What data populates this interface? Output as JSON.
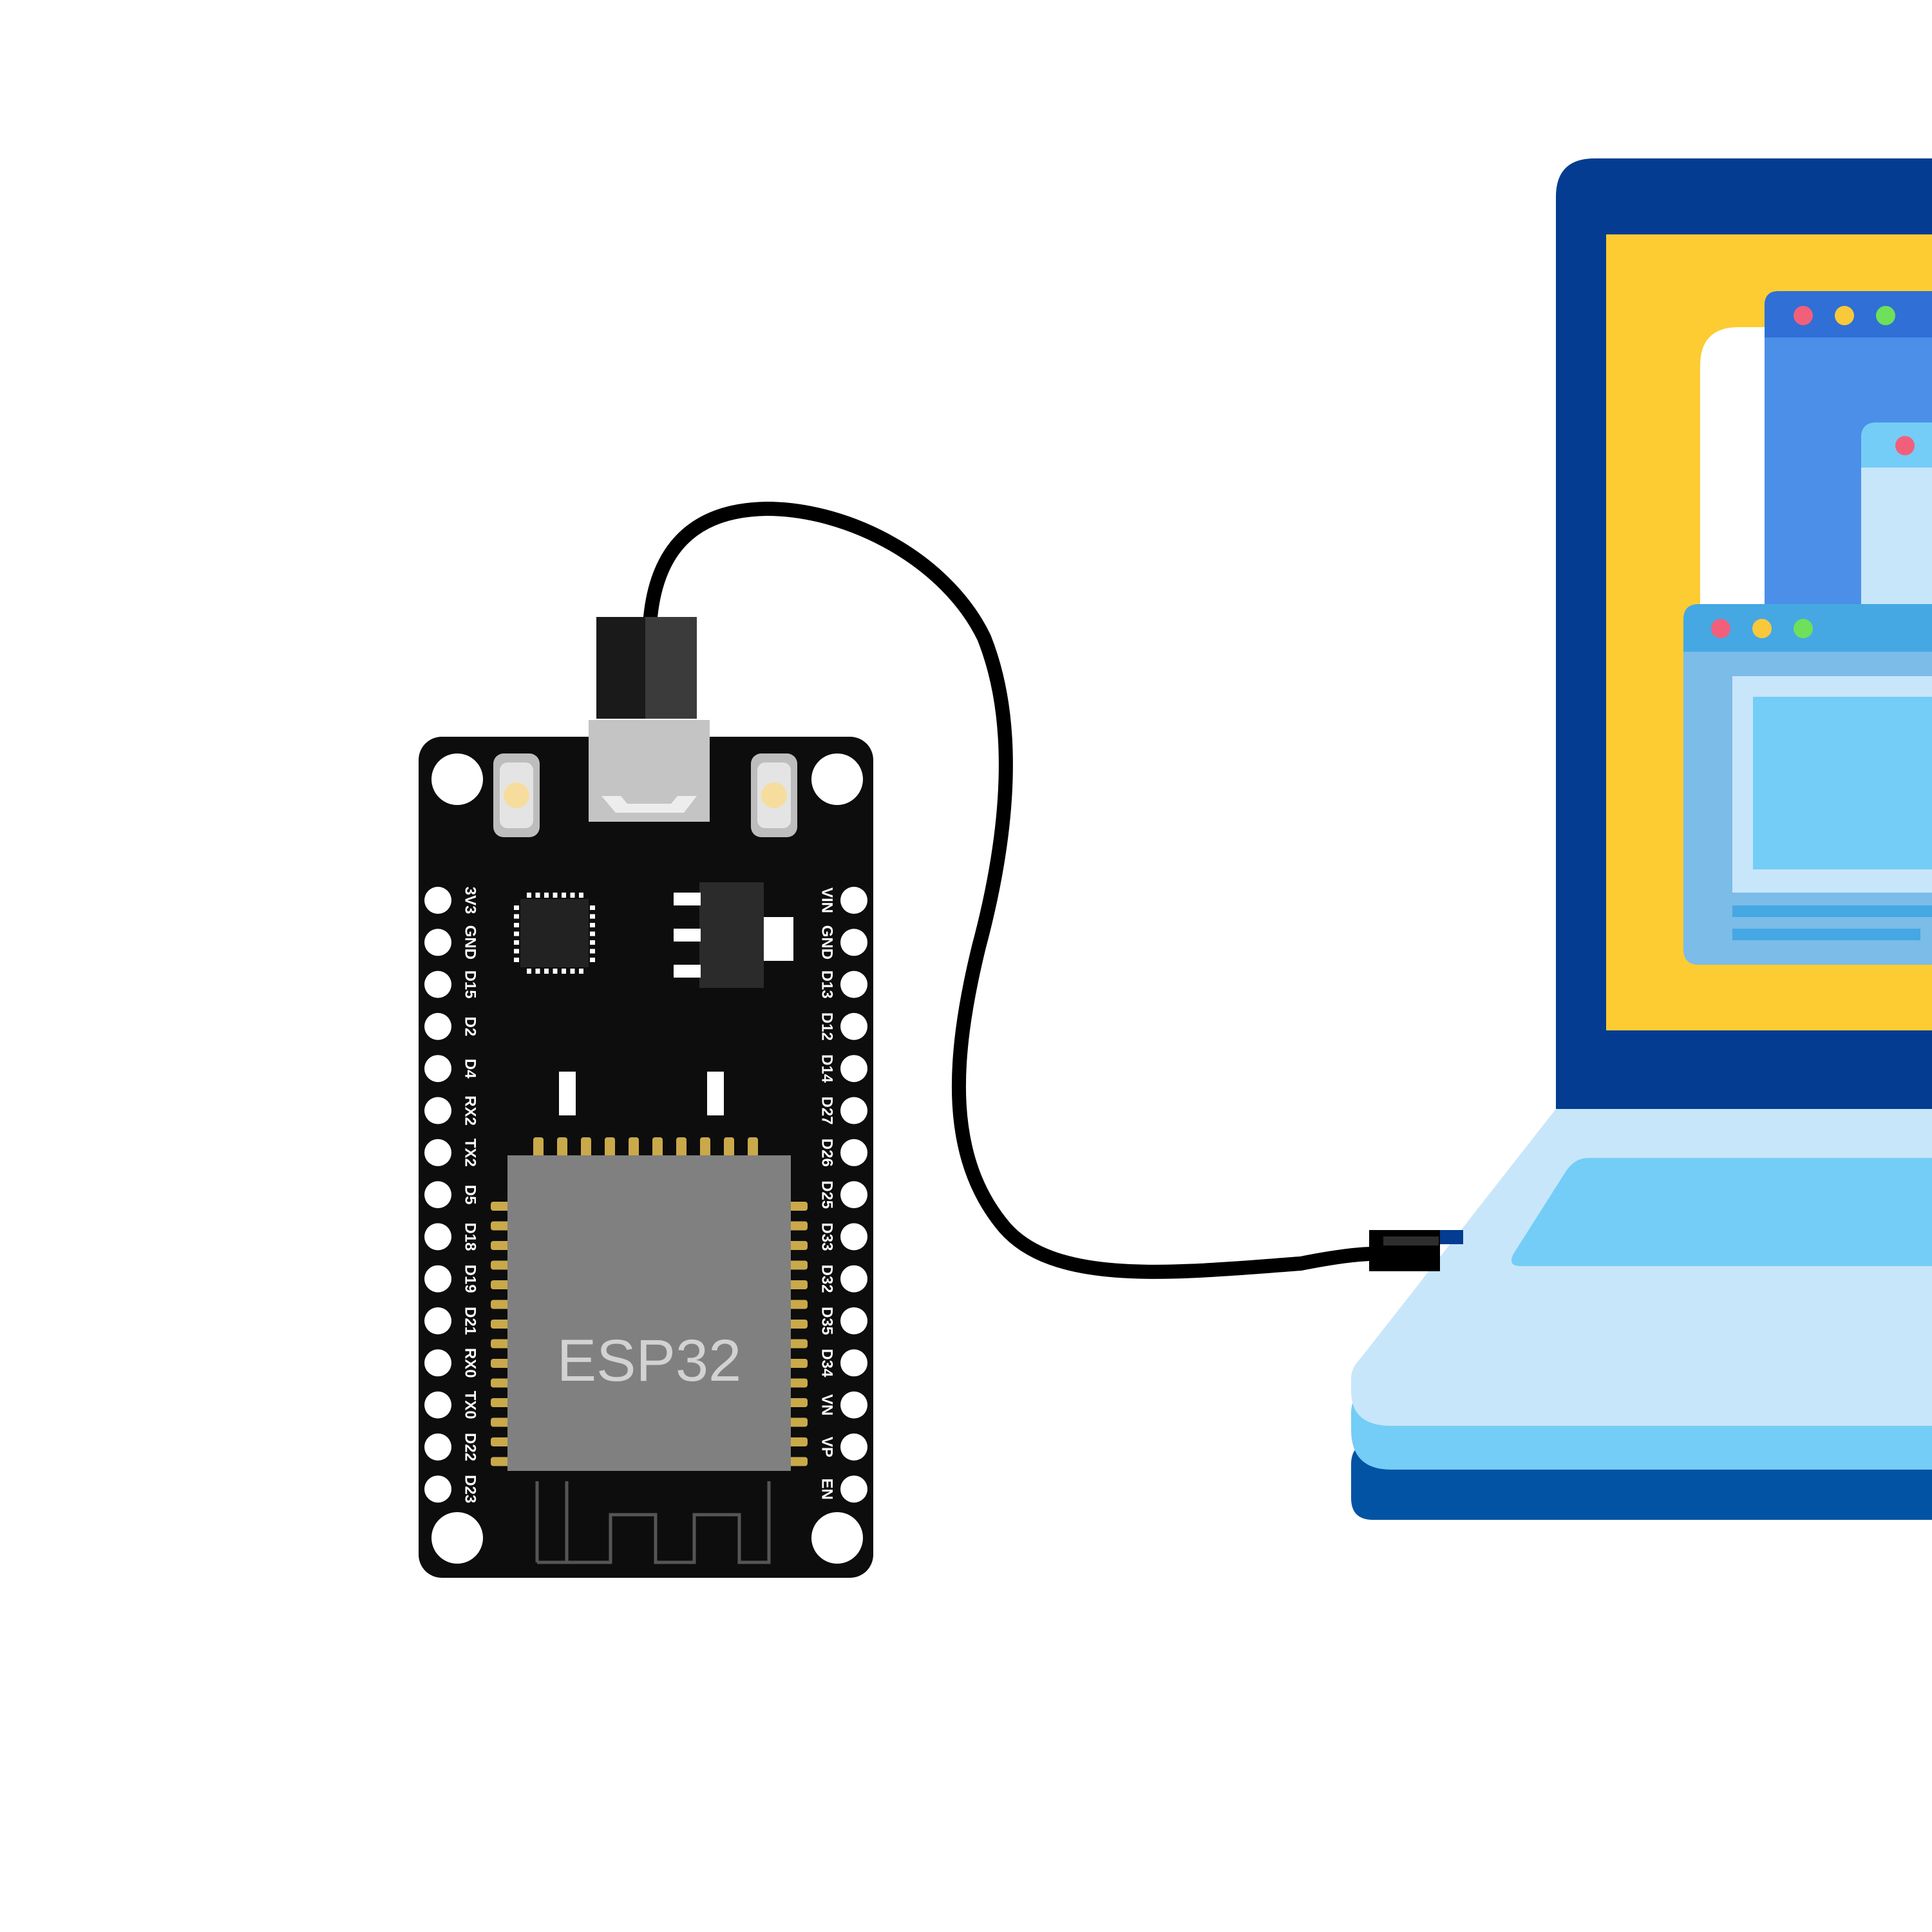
{
  "board": {
    "name": "ESP32",
    "pins_left": [
      "3V3",
      "GND",
      "D15",
      "D2",
      "D4",
      "RX2",
      "TX2",
      "D5",
      "D18",
      "D19",
      "D21",
      "RX0",
      "TX0",
      "D22",
      "D23"
    ],
    "pins_right": [
      "VIN",
      "GND",
      "D13",
      "D12",
      "D14",
      "D27",
      "D26",
      "D25",
      "D33",
      "D32",
      "D35",
      "D34",
      "VN",
      "VP",
      "EN"
    ]
  },
  "colors": {
    "pcb": "#0d0d0d",
    "module": "#808080",
    "cable": "#000000",
    "laptop_frame": "#033c91",
    "laptop_screen": "#fdcc33",
    "keyboard_deck": "#c8e6fa",
    "touchpad": "#74cdf7",
    "laptop_base": "#0353a4",
    "window_red": "#f25f7a",
    "window_yellow": "#f9c83b",
    "window_green": "#6ee05a"
  }
}
